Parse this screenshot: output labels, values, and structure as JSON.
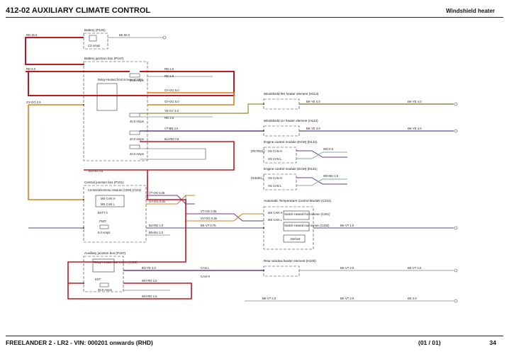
{
  "header": {
    "section": "412-02 AUXILIARY CLIMATE CONTROL",
    "page_title": "Windshield heater"
  },
  "footer": {
    "vehicle": "FREELANDER 2 - LR2 - VIN: 000201 onwards (RHD)",
    "page_of": "(01 / 01)",
    "page_number": "34"
  },
  "components": {
    "battery": "Battery (P100)",
    "battery_fuse": "C3 Amps",
    "bjb": "Battery junction box (P147)",
    "relay_front": "Relay-Heated front screen (C130)",
    "bjb_fuse1": "30.0 Amps",
    "bjb_fuse2": "40.0 Amps",
    "bjb_fuse3": "40.0 Amps",
    "bjb_fuse4": "40.0 Amps",
    "ws_rh": "Windshield RH heater element (H113)",
    "ws_lh": "Windshield LH heater element (H114)",
    "ecm_petrol": "Engine control module (ECM) (D131)",
    "ecm_diesel": "Engine control module (ECM) (D131)",
    "petrol_tag": "(PETROL)",
    "diesel_tag": "(DIESEL)",
    "cjb": "Central junction box (P101)",
    "cem": "Central Electronic Module (CEM) (C102)",
    "batt_a": "BATT A",
    "fuse_cjb": "F53T",
    "fuse_cjb_amps": "5.0 Amps",
    "atc": "Automatic Temperature Control Module (C241)",
    "atc_switch1": "Switch-Heated front screen (C281)",
    "atc_switch2": "Switch-Heated rear screen (C282)",
    "defrost": "Defrost",
    "ajb": "Auxiliary junction box (P107)",
    "relay_rear": "Relay-Heated rear screen (C118)",
    "ajb_label": "EXT",
    "ajb_fuse": "30.0 Amps",
    "rear_heater": "Rear window heater element (H100)"
  },
  "bus_labels": {
    "ms_can_h": "MS CAN H",
    "ms_can_l": "MS CAN L",
    "hs_can_h": "HS CAN H",
    "hs_can_l": "HS CAN L"
  },
  "wire_labels": {
    "rd_batt": "RD 25.0",
    "bk_batt": "BK 50.0",
    "rd_main": "RD 6.0",
    "rd_f_in": "RD 2.5",
    "rd_f_out": "RD 2.5",
    "gy_1": "GY-OG 6.0",
    "gy_2": "GY-OG 6.0",
    "og_left": "OY-OG 2.5",
    "gy_yel": "YE-GY 4.0",
    "rd_yel": "RD 3.5",
    "vt": "VT-BN 4.0",
    "bu": "BU-RD 0.5",
    "bu_rd": "BU-RD 0.5",
    "bk_rh": "BK-YE 4.0",
    "bk_lh": "BK-YE 4.0",
    "ye_out1": "BK-YE 4.0",
    "ye_out2": "BK-YE 4.0",
    "can_vt": "VT-OG 0.35",
    "can_gy": "GY-OG 0.35",
    "can_vt2": "VT-OG 0.35",
    "can_gy2": "GY-OG 0.35",
    "bk_atc": "BK-VT 0.75",
    "bk_atc2": "BK-VT 1.0",
    "bu_rd2": "BU-RD 1.0",
    "bn_bu": "BN-BU 1.0",
    "bu_ye": "BU-YE 4.0",
    "rear_bk": "BK-VT 4.0",
    "rear_bk2": "BK-VT 4.0",
    "wh_rd1": "WH-RD 2.5",
    "wh_rd2": "WH-RD 2.5",
    "gnd": "BK-VT 4.0",
    "gnd2": "BK-VT 4.0",
    "gnd3": "BK 4.0",
    "can_l": "CAN L",
    "can_h": "CAN H",
    "ecm_wire": "WH 0.5",
    "ecm_wire2": "WH-BU 0.5"
  }
}
